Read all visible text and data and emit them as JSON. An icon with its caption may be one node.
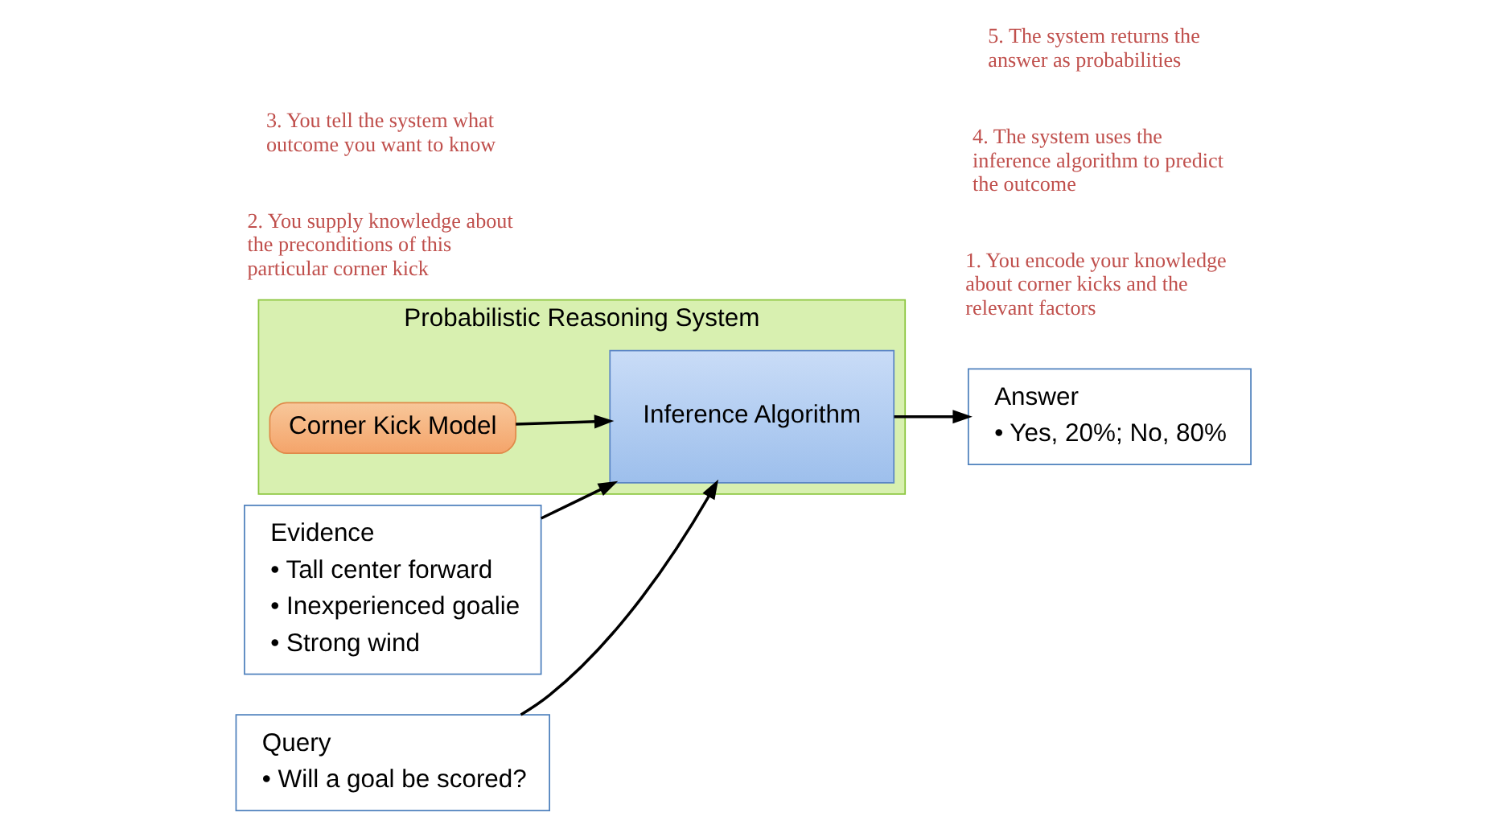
{
  "diagram": {
    "nodes": [
      {
        "text": [
          "Probabilistic Reasoning System"
        ]
      },
      {
        "text": [
          "Corner Kick Model"
        ],
        "in": 0
      },
      {
        "text": [
          "Inference Algorithm"
        ],
        "in": 0
      },
      {
        "text": [
          "Evidence",
          "• Tall center forward",
          "• Inexperienced goalie",
          "• Strong wind"
        ]
      },
      {
        "text": [
          "Query",
          "• Will a goal be scored?"
        ]
      },
      {
        "text": [
          "Answer",
          "• Yes, 20%; No, 80%"
        ]
      }
    ],
    "edges": [
      {
        "from": 1,
        "to": 2,
        "arrow": "to"
      },
      {
        "from": 3,
        "to": 2,
        "arrow": "to"
      },
      {
        "from": 4,
        "to": 2,
        "arrow": "to"
      },
      {
        "from": 2,
        "to": 5,
        "arrow": "to"
      }
    ],
    "labels": [
      "2. You supply knowledge about the preconditions of this particular corner kick",
      "1. You encode your knowledge about corner kicks and the relevant factors",
      "4. The system uses the inference algorithm to predict the outcome",
      "3. You tell the system what outcome you want to know",
      "5. The system returns the answer as probabilities"
    ]
  }
}
